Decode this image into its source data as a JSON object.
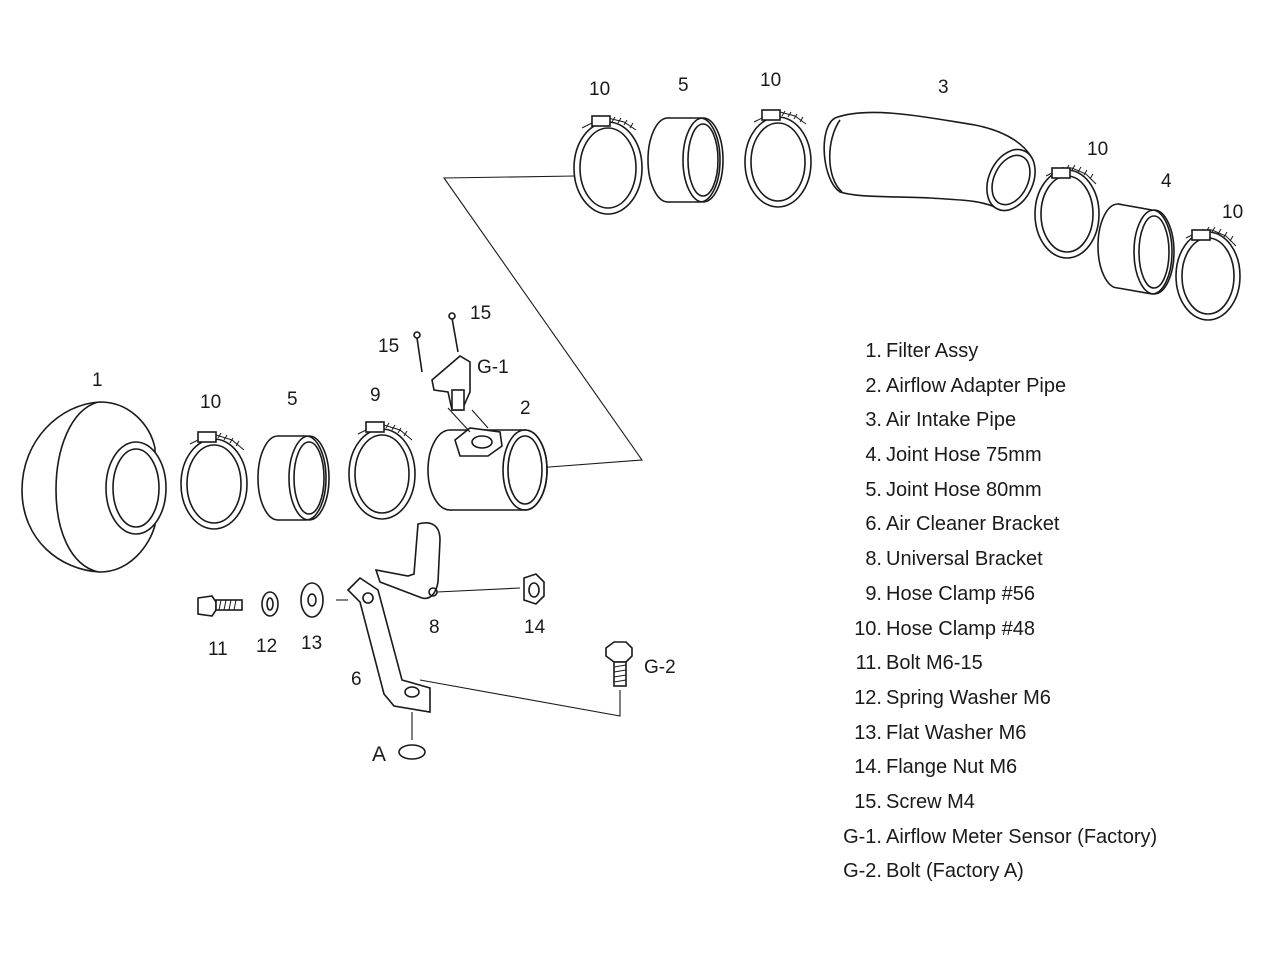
{
  "parts": {
    "p1": "1",
    "p2": "2",
    "p3": "3",
    "p4": "4",
    "p5a": "5",
    "p5b": "5",
    "p6": "6",
    "p8": "8",
    "p9": "9",
    "p10a": "10",
    "p10b": "10",
    "p10c": "10",
    "p10d": "10",
    "p10e": "10",
    "p11": "11",
    "p12": "12",
    "p13": "13",
    "p14": "14",
    "p15a": "15",
    "p15b": "15",
    "g1": "G-1",
    "g2": "G-2",
    "a": "A"
  },
  "legend": [
    {
      "num": "1.",
      "text": "Filter Assy"
    },
    {
      "num": "2.",
      "text": "Airflow Adapter Pipe"
    },
    {
      "num": "3.",
      "text": "Air Intake Pipe"
    },
    {
      "num": "4.",
      "text": "Joint Hose 75mm"
    },
    {
      "num": "5.",
      "text": "Joint Hose 80mm"
    },
    {
      "num": "6.",
      "text": "Air Cleaner Bracket"
    },
    {
      "num": "8.",
      "text": "Universal Bracket"
    },
    {
      "num": "9.",
      "text": "Hose Clamp #56"
    },
    {
      "num": "10.",
      "text": "Hose Clamp #48"
    },
    {
      "num": "11.",
      "text": "Bolt M6-15"
    },
    {
      "num": "12.",
      "text": "Spring Washer M6"
    },
    {
      "num": "13.",
      "text": "Flat Washer M6"
    },
    {
      "num": "14.",
      "text": "Flange Nut M6"
    },
    {
      "num": "15.",
      "text": "Screw M4"
    },
    {
      "num": "G-1.",
      "text": "Airflow Meter Sensor (Factory)"
    },
    {
      "num": "G-2.",
      "text": "Bolt  (Factory   A)"
    }
  ]
}
